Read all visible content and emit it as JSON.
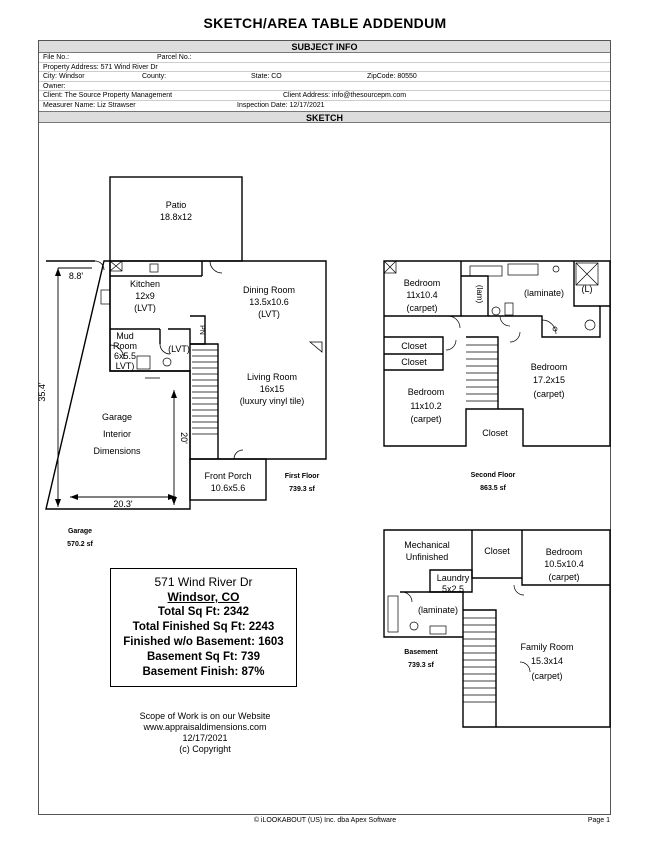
{
  "title": "SKETCH/AREA TABLE ADDENDUM",
  "subject_info": {
    "header": "SUBJECT INFO",
    "file_no": "File No.:",
    "parcel_no": "Parcel No.:",
    "property_address": "Property Address: 571 Wind River Dr",
    "city": "City: Windsor",
    "county": "County:",
    "state": "State: CO",
    "zip": "ZipCode: 80550",
    "owner": "Owner:",
    "client": "Client: The Source Property Management",
    "client_address": "Client Address: info@thesourcepm.com",
    "measurer": "Measurer Name: Liz Strawser",
    "inspection_date": "Inspection Date: 12/17/2021"
  },
  "sketch": {
    "header": "SKETCH",
    "patio": {
      "name": "Patio",
      "dim": "18.8x12"
    },
    "kitchen": {
      "name": "Kitchen",
      "dim": "12x9",
      "floor": "(LVT)"
    },
    "dining": {
      "name": "Dining Room",
      "dim": "13.5x10.6",
      "floor": "(LVT)"
    },
    "living": {
      "name": "Living Room",
      "dim": "16x15",
      "floor": "(luxury vinyl tile)"
    },
    "mud": {
      "name1": "Mud",
      "name2": "Room",
      "dim": "6x5.5",
      "floor": "LVT)"
    },
    "half_bath_floor": "(LVT)",
    "pantry": "PN",
    "front_porch": {
      "name": "Front Porch",
      "dim": "10.6x5.6"
    },
    "garage": {
      "line1": "Garage",
      "line2": "Interior",
      "line3": "Dimensions"
    },
    "dim_8_8": "8.8'",
    "dim_35_4": "35.4'",
    "dim_20": "20'",
    "dim_20_3": "20.3'",
    "first_floor": {
      "label": "First Floor",
      "area": "739.3 sf"
    },
    "garage_area": {
      "label": "Garage",
      "area": "570.2 sf"
    },
    "bedroom1": {
      "name": "Bedroom",
      "dim": "11x10.4",
      "floor": "(carpet)"
    },
    "lam_small": "(lam)",
    "laminate_bath": "(laminate)",
    "linen": "(L)",
    "closet_a": "Closet",
    "closet_b": "Closet",
    "closet_c": "Closet",
    "bedroom2": {
      "name": "Bedroom",
      "dim": "17.2x15",
      "floor": "(carpet)"
    },
    "bedroom3": {
      "name": "Bedroom",
      "dim": "11x10.2",
      "floor": "(carpet)"
    },
    "second_floor": {
      "label": "Second Floor",
      "area": "863.5 sf"
    },
    "mechanical": {
      "line1": "Mechanical",
      "line2": "Unfinished"
    },
    "closet_basement": "Closet",
    "bedroom_basement": {
      "name": "Bedroom",
      "dim": "10.5x10.4",
      "floor": "(carpet)"
    },
    "laundry": {
      "name": "Laundry",
      "dim": "5x2.5"
    },
    "laminate_basement": "(laminate)",
    "family_room": {
      "name": "Family Room",
      "dim": "15.3x14",
      "floor": "(carpet)"
    },
    "basement": {
      "label": "Basement",
      "area": "739.3 sf"
    }
  },
  "summary": {
    "address": "571 Wind River Dr",
    "city": "Windsor, CO",
    "total": "Total Sq Ft: 2342",
    "total_finished": "Total Finished Sq Ft: 2243",
    "finished_wo_basement": "Finished w/o Basement: 1603",
    "basement_sqft": "Basement Sq Ft: 739",
    "basement_finish": "Basement Finish: 87%"
  },
  "scope": {
    "line1": "Scope of Work is on our Website",
    "line2": "www.appraisaldimensions.com",
    "line3": "12/17/2021",
    "line4": "(c) Copyright"
  },
  "footer": {
    "credit": "© iLOOKABOUT (US) Inc. dba Apex Software",
    "page": "Page 1"
  }
}
